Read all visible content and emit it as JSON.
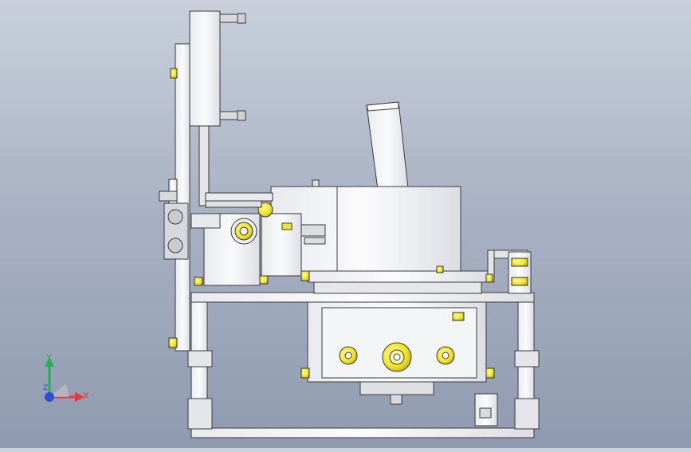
{
  "triad": {
    "y_label": "Y",
    "x_label": "X",
    "z_label": "Z",
    "colors": {
      "y": "#1fb34a",
      "x": "#e23b3b",
      "z": "#2c4fd6"
    }
  },
  "colors": {
    "background_top": "#c9d0dc",
    "background_bottom": "#8f9ab0",
    "part_fill": "#f2f3f5",
    "part_stroke": "#3a3a3a",
    "hardware": "#f2e52a"
  }
}
